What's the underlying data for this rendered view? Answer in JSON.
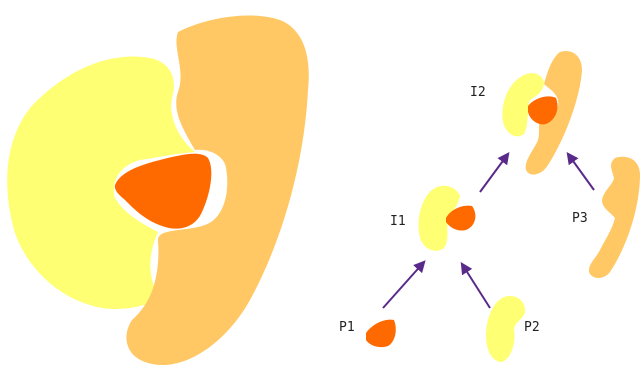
{
  "colors": {
    "component_yellow": "#FFFF73",
    "component_tan": "#FFC864",
    "component_orange": "#FF6A00",
    "arrow": "#5A2A8A",
    "label_text": "#222222"
  },
  "labels": {
    "p1": "P1",
    "p2": "P2",
    "p3": "P3",
    "i1": "I1",
    "i2": "I2"
  }
}
